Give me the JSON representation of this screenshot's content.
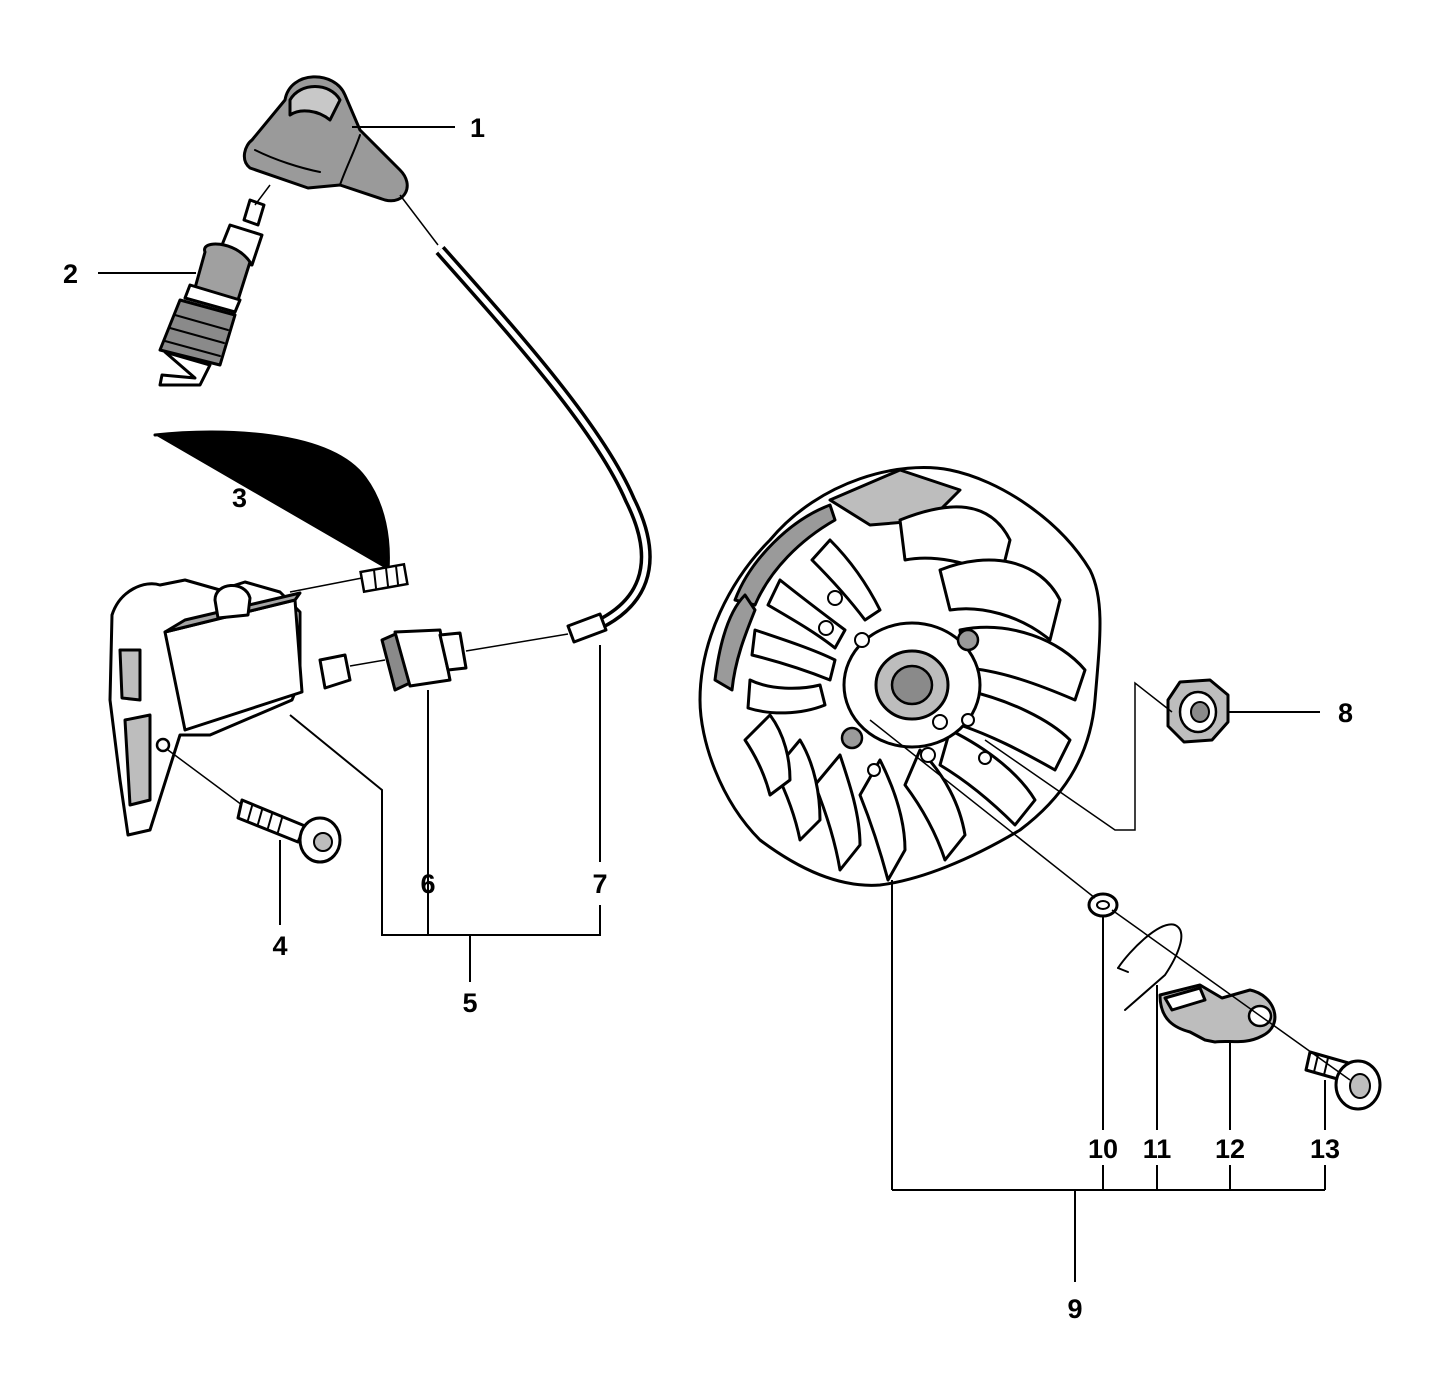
{
  "diagram": {
    "callouts": {
      "c1": "1",
      "c2": "2",
      "c3": "3",
      "c4": "4",
      "c5": "5",
      "c6": "6",
      "c7": "7",
      "c8": "8",
      "c9": "9",
      "c10": "10",
      "c11": "11",
      "c12": "12",
      "c13": "13"
    },
    "colors": {
      "ink": "#000000",
      "paper": "#ffffff",
      "shade": "#9a9a9a"
    }
  }
}
